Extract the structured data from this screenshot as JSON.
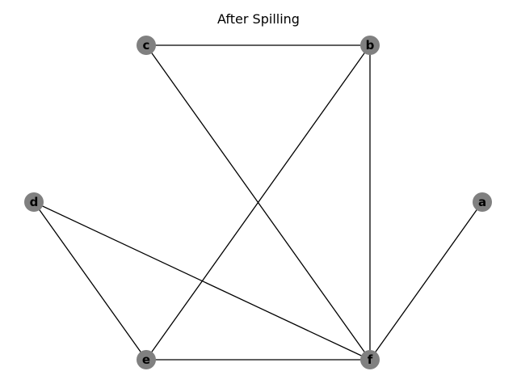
{
  "title": "After Spilling",
  "colors": {
    "node_fill": "#808080",
    "edge_stroke": "#000000",
    "label_text": "#000000"
  },
  "nodes": [
    {
      "id": "c",
      "label": "c"
    },
    {
      "id": "b",
      "label": "b"
    },
    {
      "id": "d",
      "label": "d"
    },
    {
      "id": "a",
      "label": "a"
    },
    {
      "id": "e",
      "label": "e"
    },
    {
      "id": "f",
      "label": "f"
    }
  ],
  "edges": [
    {
      "source": "c",
      "target": "b"
    },
    {
      "source": "c",
      "target": "f"
    },
    {
      "source": "b",
      "target": "e"
    },
    {
      "source": "b",
      "target": "f"
    },
    {
      "source": "d",
      "target": "e"
    },
    {
      "source": "d",
      "target": "f"
    },
    {
      "source": "e",
      "target": "f"
    },
    {
      "source": "a",
      "target": "f"
    }
  ]
}
